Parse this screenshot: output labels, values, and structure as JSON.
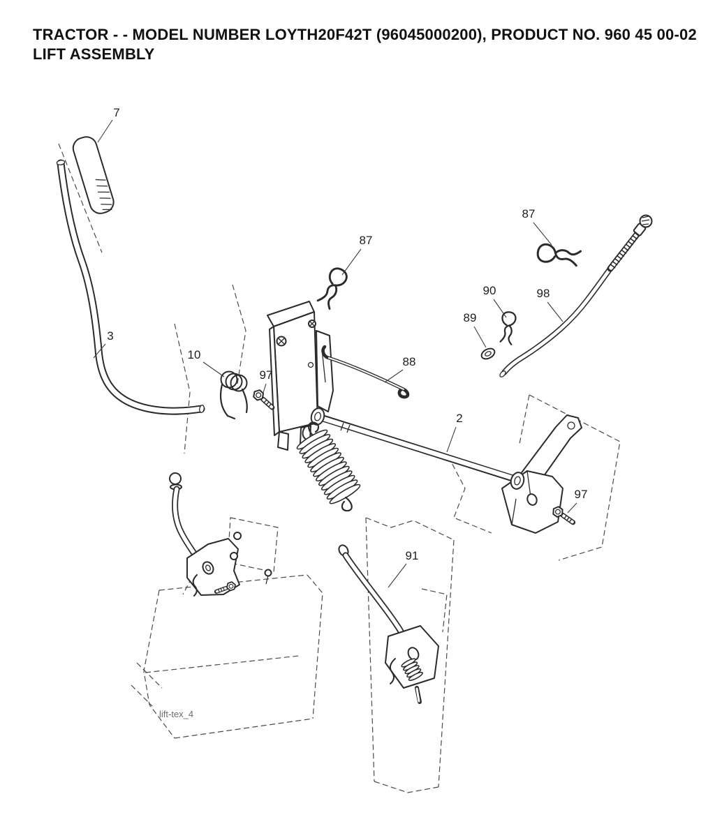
{
  "page": {
    "background_color": "#ffffff",
    "ink_color": "#2b2b2b",
    "phantom_line_color": "#4a4a4a",
    "footer_text_color": "#6b6b6b",
    "title_line1": "TRACTOR - - MODEL NUMBER LOYTH20F42T (96045000200), PRODUCT NO. 960 45 00-02",
    "title_line2": "LIFT ASSEMBLY",
    "footer_label": "lift-tex_4"
  },
  "diagram": {
    "callouts": [
      {
        "label": "7"
      },
      {
        "label": "3"
      },
      {
        "label": "10"
      },
      {
        "label": "97"
      },
      {
        "label": "87"
      },
      {
        "label": "88"
      },
      {
        "label": "2"
      },
      {
        "label": "87"
      },
      {
        "label": "90"
      },
      {
        "label": "98"
      },
      {
        "label": "89"
      },
      {
        "label": "97"
      },
      {
        "label": "91"
      }
    ]
  }
}
